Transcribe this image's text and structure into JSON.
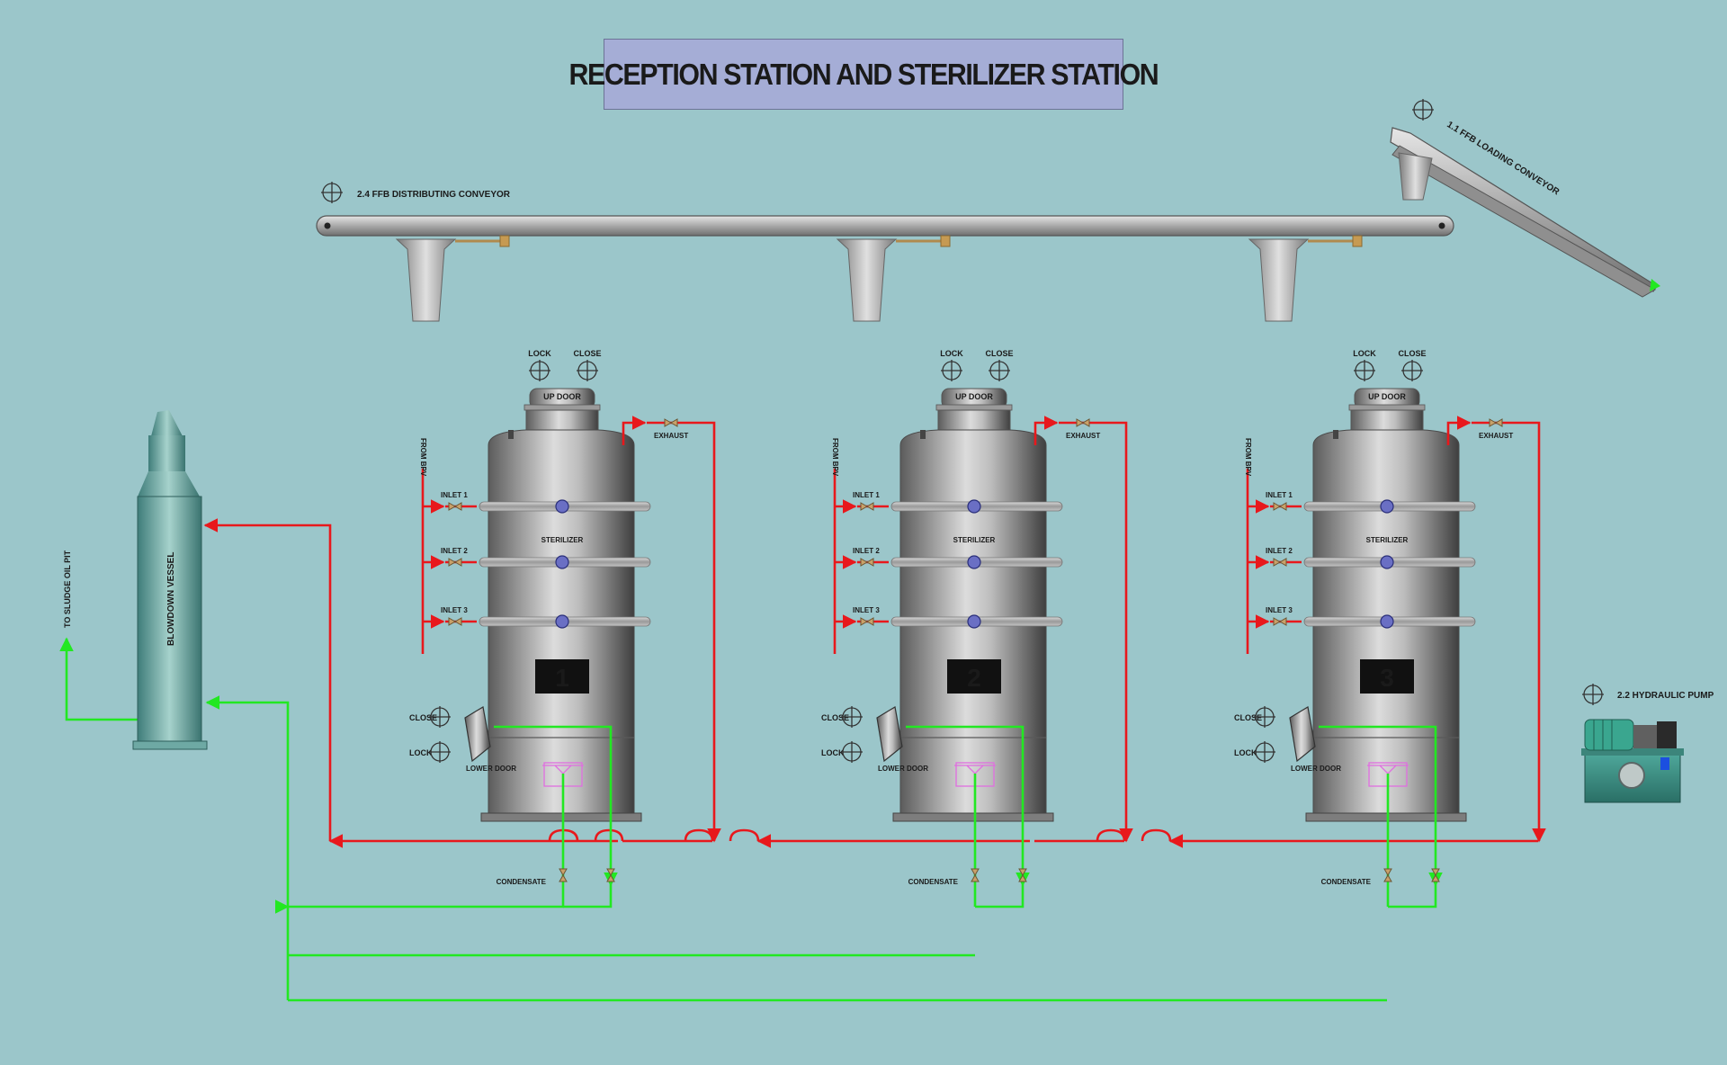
{
  "title": "RECEPTION STATION AND STERILIZER STATION",
  "colors": {
    "background": "#9bc6ca",
    "steam_line": "#e8181c",
    "condensate_line": "#22e822",
    "title_bg": "#a5add6"
  },
  "distributing_conveyor": {
    "label": "2.4   FFB DISTRIBUTING CONVEYOR",
    "icon": "crosshair-circle-icon"
  },
  "loading_conveyor": {
    "label": "1.1   FFB LOADING CONVEYOR",
    "icon": "crosshair-circle-icon"
  },
  "hydraulic_pump": {
    "label": "2.2   HYDRAULIC PUMP",
    "icon": "crosshair-circle-icon"
  },
  "blowdown_vessel": {
    "label": "BLOWDOWN VESSEL"
  },
  "sludge_outlet": {
    "label": "TO SLUDGE OIL PIT"
  },
  "sterilizers": [
    {
      "number": "1",
      "label": "STERILIZER",
      "up_door": "UP DOOR",
      "lower_door": "LOWER DOOR",
      "lock": "LOCK",
      "close": "CLOSE",
      "exhaust": "EXHAUST",
      "from": "FROM BPV",
      "inlets": [
        "INLET 1",
        "INLET 2",
        "INLET 3"
      ],
      "condensate": "CONDENSATE"
    },
    {
      "number": "2",
      "label": "STERILIZER",
      "up_door": "UP DOOR",
      "lower_door": "LOWER DOOR",
      "lock": "LOCK",
      "close": "CLOSE",
      "exhaust": "EXHAUST",
      "from": "FROM BPV",
      "inlets": [
        "INLET 1",
        "INLET 2",
        "INLET 3"
      ],
      "condensate": "CONDENSATE"
    },
    {
      "number": "3",
      "label": "STERILIZER",
      "up_door": "UP DOOR",
      "lower_door": "LOWER DOOR",
      "lock": "LOCK",
      "close": "CLOSE",
      "exhaust": "EXHAUST",
      "from": "FROM BPV",
      "inlets": [
        "INLET 1",
        "INLET 2",
        "INLET 3"
      ],
      "condensate": "CONDENSATE"
    }
  ]
}
